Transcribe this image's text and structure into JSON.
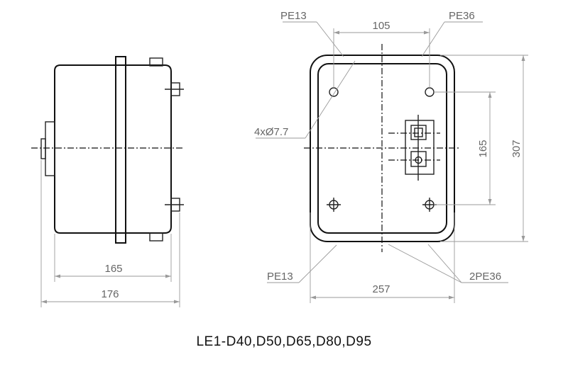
{
  "title": "LE1-D40,D50,D65,D80,D95",
  "side_view": {
    "dim_inner_width": "165",
    "dim_outer_width": "176"
  },
  "front_view": {
    "label_top_left_knockout": "PE13",
    "label_top_right_knockout": "PE36",
    "dim_hole_spacing_horizontal": "105",
    "label_mounting_holes": "4xØ7.7",
    "dim_hole_spacing_vertical": "165",
    "dim_overall_height": "307",
    "label_bottom_left_knockout": "PE13",
    "label_bottom_right_knockouts": "2PE36",
    "dim_overall_width": "257"
  },
  "colors": {
    "line": "#111111",
    "dimension": "#9a9a9a",
    "dimension_text": "#666666"
  }
}
